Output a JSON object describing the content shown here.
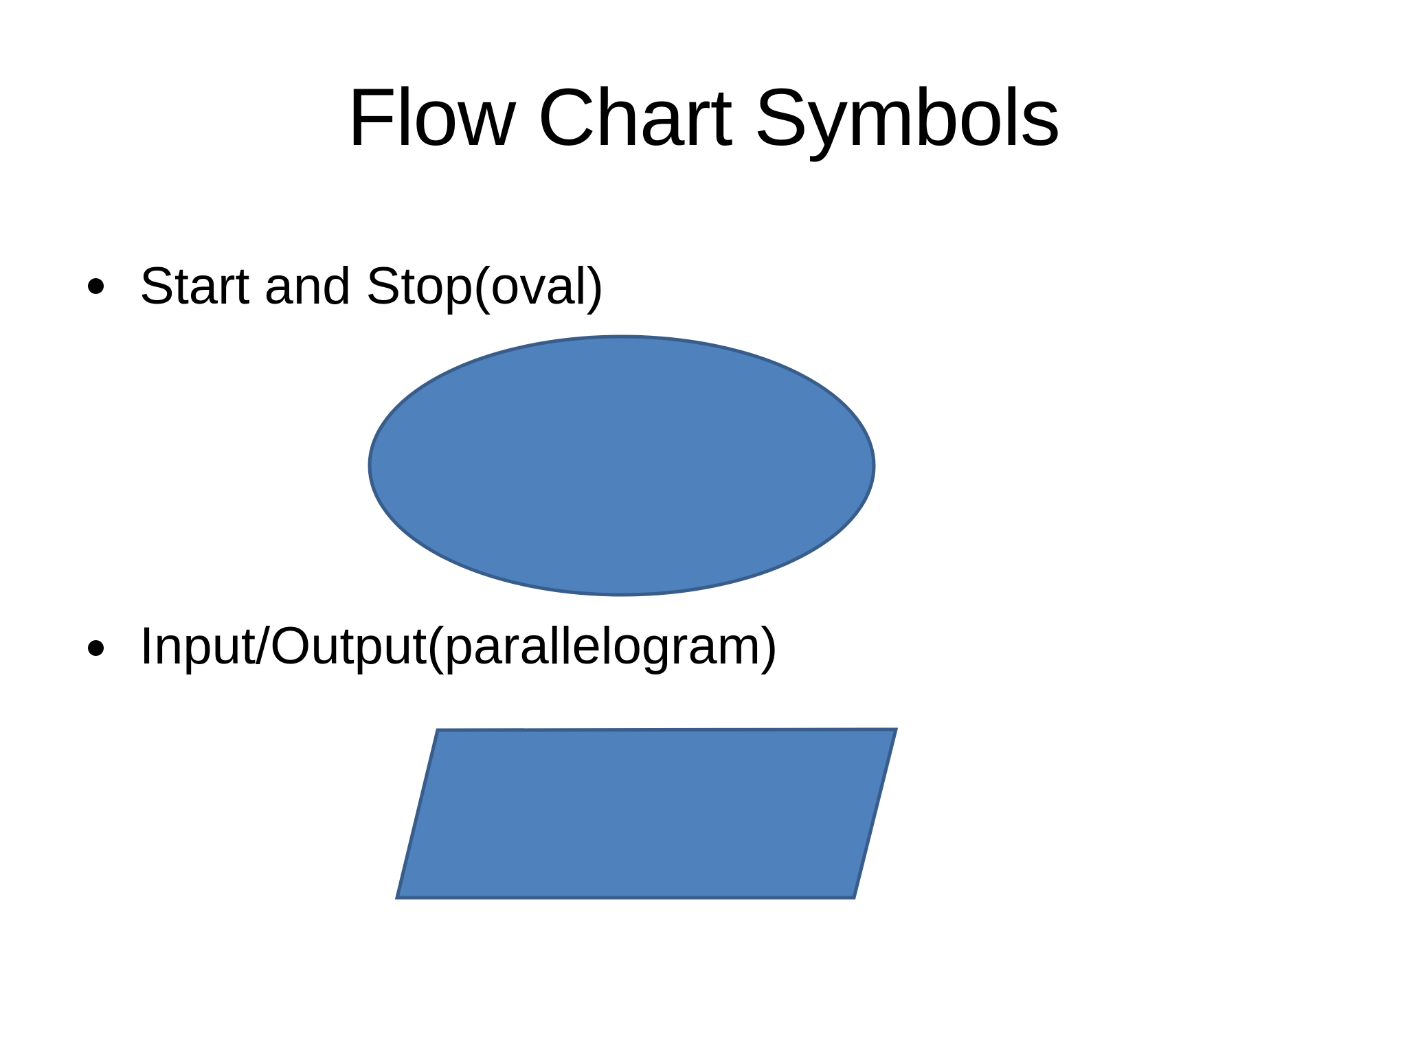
{
  "slide": {
    "title": "Flow Chart Symbols",
    "bullets": [
      {
        "label": "Start and Stop(oval)",
        "shape": "oval"
      },
      {
        "label": "Input/Output(parallelogram)",
        "shape": "parallelogram"
      }
    ]
  },
  "colors": {
    "background": "#FFFFFF",
    "text": "#000000",
    "bullet_marker": "#000000",
    "shape_fill": "#4F81BD",
    "shape_stroke": "#385D8A"
  }
}
